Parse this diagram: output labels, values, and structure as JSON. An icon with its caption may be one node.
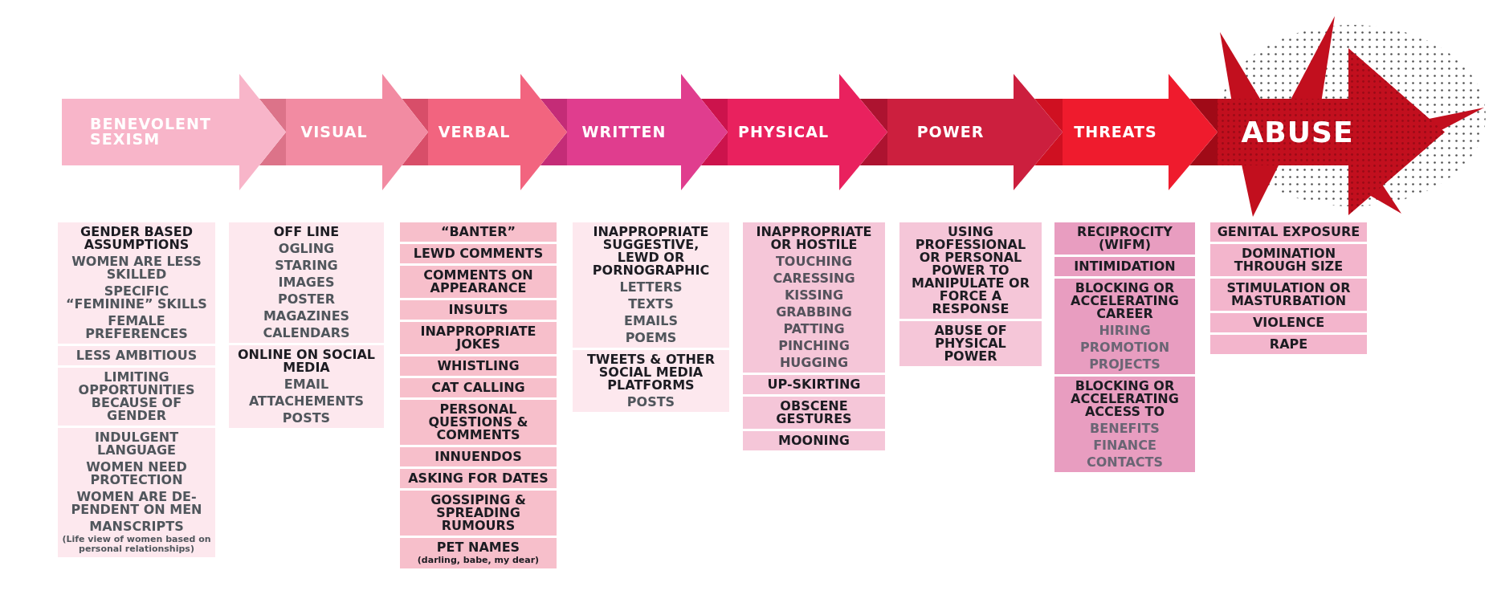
{
  "diagram": {
    "nodes": [
      {
        "text": [
          "BENEVOLENT SEXISM"
        ]
      },
      {
        "text": [
          "VISUAL"
        ]
      },
      {
        "text": [
          "VERBAL"
        ]
      },
      {
        "text": [
          "WRITTEN"
        ]
      },
      {
        "text": [
          "PHYSICAL"
        ]
      },
      {
        "text": [
          "POWER"
        ]
      },
      {
        "text": [
          "THREATS"
        ]
      },
      {
        "text": [
          "ABUSE"
        ]
      },
      {
        "text": [
          "GENDER BASED ASSUMPTIONS",
          "WOMEN ARE LESS SKILLED",
          "SPECIFIC “FEMININE” SKILLS",
          "FEMALE PREFERENCES"
        ]
      },
      {
        "text": [
          "LESS AMBITIOUS"
        ]
      },
      {
        "text": [
          "LIMITING OPPORTUNITIES BECAUSE OF GENDER"
        ]
      },
      {
        "text": [
          "INDULGENT LANGUAGE",
          "WOMEN NEED PROTECTION",
          "WOMEN ARE DE- PENDENT ON MEN",
          "MANSCRIPTS",
          "(Life view of women based on personal relationships)"
        ]
      },
      {
        "text": [
          "OFF LINE",
          "OGLING",
          "STARING",
          "IMAGES",
          "POSTER",
          "MAGAZINES",
          "CALENDARS"
        ]
      },
      {
        "text": [
          "ONLINE ON SOCIAL MEDIA",
          "EMAIL",
          "ATTACHEMENTS",
          "POSTS"
        ]
      },
      {
        "text": [
          "“BANTER”"
        ]
      },
      {
        "text": [
          "LEWD COMMENTS"
        ]
      },
      {
        "text": [
          "COMMENTS ON APPEARANCE"
        ]
      },
      {
        "text": [
          "INSULTS"
        ]
      },
      {
        "text": [
          "INAPPROPRIATE JOKES"
        ]
      },
      {
        "text": [
          "WHISTLING"
        ]
      },
      {
        "text": [
          "CAT CALLING"
        ]
      },
      {
        "text": [
          "PERSONAL QUESTIONS & COMMENTS"
        ]
      },
      {
        "text": [
          "INNUENDOS"
        ]
      },
      {
        "text": [
          "ASKING FOR DATES"
        ]
      },
      {
        "text": [
          "GOSSIPING & SPREADING RUMOURS"
        ]
      },
      {
        "text": [
          "PET NAMES",
          "(darling, babe, my dear)"
        ]
      },
      {
        "text": [
          "INAPPROPRIATE SUGGESTIVE, LEWD OR PORNOGRAPHIC",
          "LETTERS",
          "TEXTS",
          "EMAILS",
          "POEMS"
        ]
      },
      {
        "text": [
          "TWEETS & OTHER SOCIAL MEDIA PLATFORMS",
          "POSTS"
        ]
      },
      {
        "text": [
          "INAPPROPRIATE OR HOSTILE",
          "TOUCHING",
          "CARESSING",
          "KISSING",
          "GRABBING",
          "PATTING",
          "PINCHING",
          "HUGGING"
        ]
      },
      {
        "text": [
          "UP-SKIRTING"
        ]
      },
      {
        "text": [
          "OBSCENE GESTURES"
        ]
      },
      {
        "text": [
          "MOONING"
        ]
      },
      {
        "text": [
          "USING PROFESSIONAL OR PERSONAL POWER TO MANIPULATE OR FORCE A RESPONSE"
        ]
      },
      {
        "text": [
          "ABUSE OF PHYSICAL POWER"
        ]
      },
      {
        "text": [
          "RECIPROCITY (WIFM)"
        ]
      },
      {
        "text": [
          "INTIMIDATION"
        ]
      },
      {
        "text": [
          "BLOCKING OR ACCELERATING CAREER",
          "HIRING",
          "PROMOTION",
          "PROJECTS"
        ]
      },
      {
        "text": [
          "BLOCKING OR ACCELERATING ACCESS TO",
          "BENEFITS",
          "FINANCE",
          "CONTACTS"
        ]
      },
      {
        "text": [
          "GENITAL EXPOSURE"
        ]
      },
      {
        "text": [
          "DOMINATION THROUGH SIZE"
        ]
      },
      {
        "text": [
          "STIMULATION OR MASTURBATION"
        ]
      },
      {
        "text": [
          "VIOLENCE"
        ]
      },
      {
        "text": [
          "RAPE"
        ]
      }
    ],
    "edges": [
      {
        "from": 0,
        "to": 1,
        "arrow": "to"
      },
      {
        "from": 1,
        "to": 2,
        "arrow": "to"
      },
      {
        "from": 2,
        "to": 3,
        "arrow": "to"
      },
      {
        "from": 3,
        "to": 4,
        "arrow": "to"
      },
      {
        "from": 4,
        "to": 5,
        "arrow": "to"
      },
      {
        "from": 5,
        "to": 6,
        "arrow": "to"
      },
      {
        "from": 6,
        "to": 7,
        "arrow": "to"
      }
    ]
  }
}
